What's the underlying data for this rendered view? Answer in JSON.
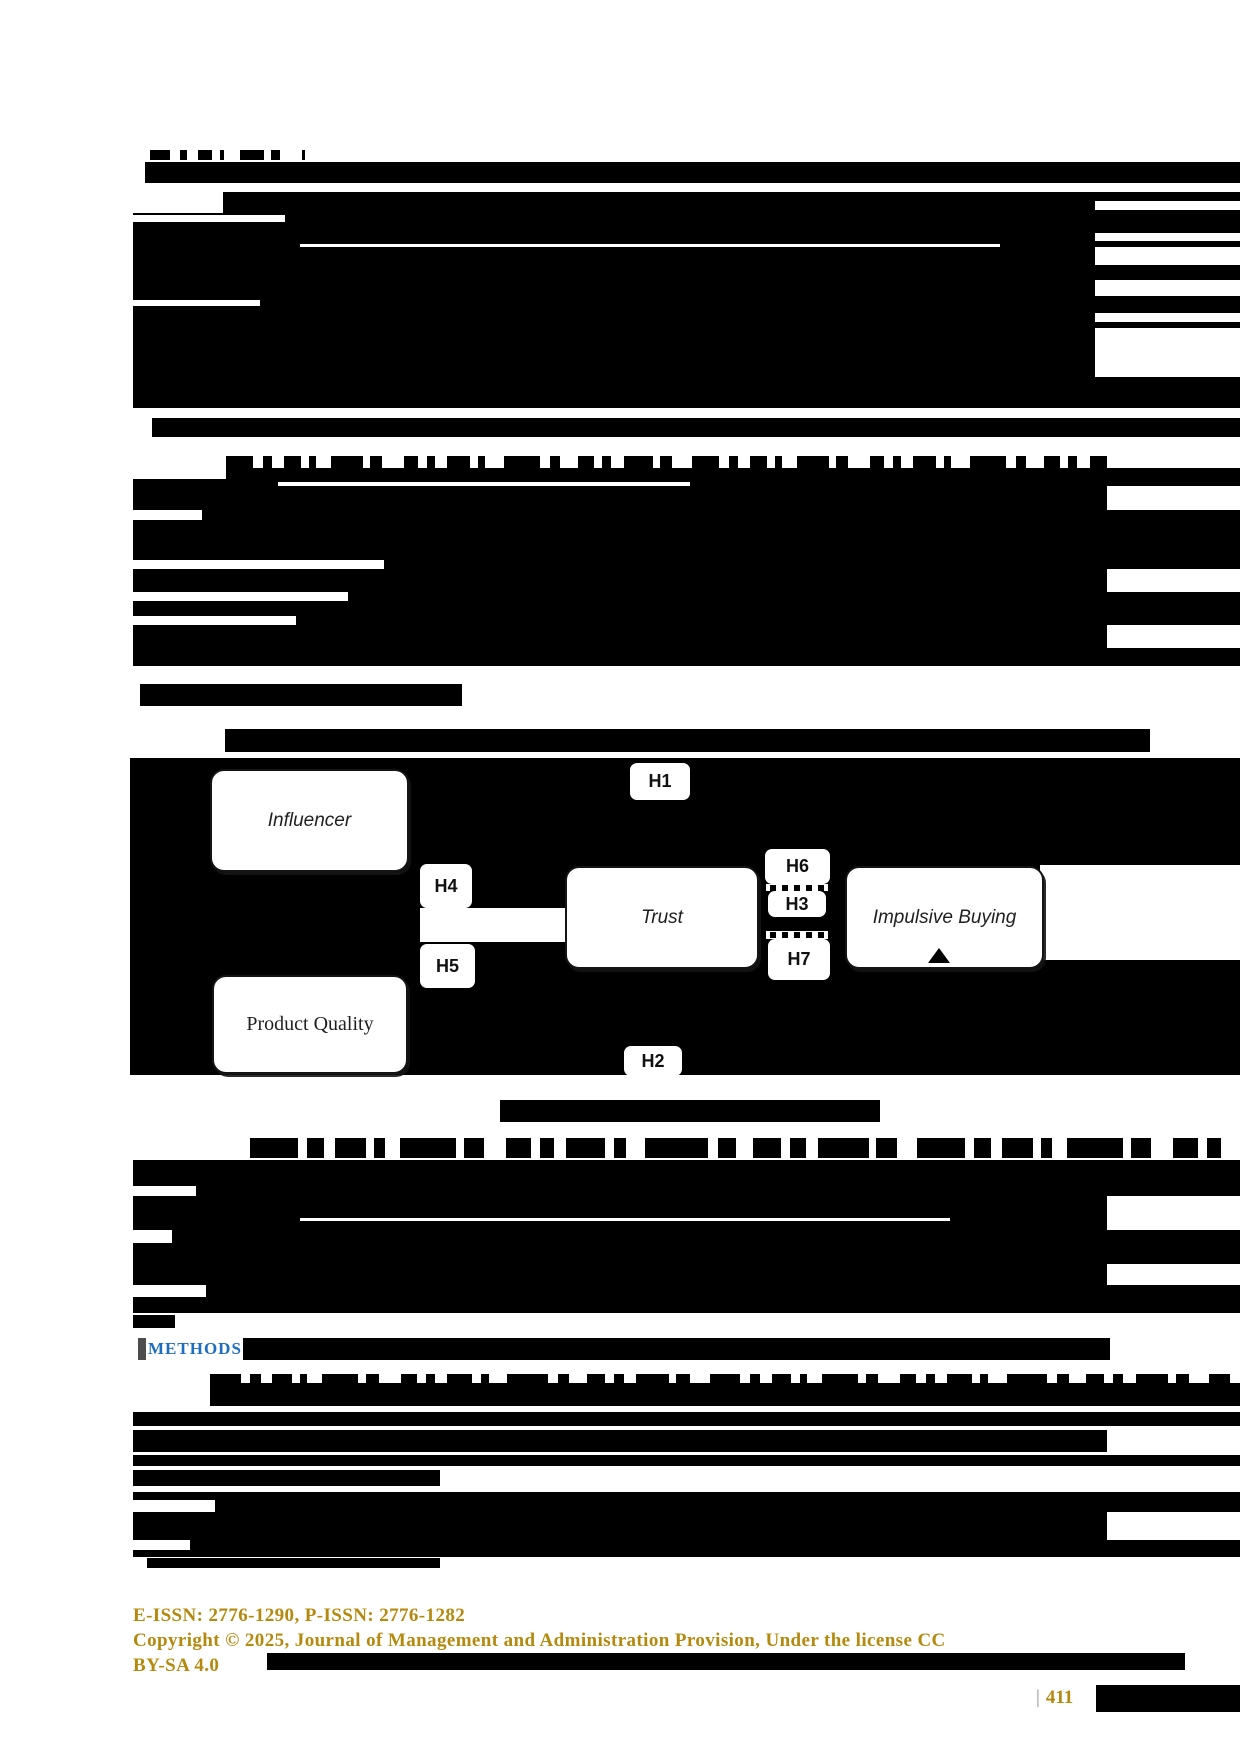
{
  "figure": {
    "boxes": {
      "influencer": "Influencer",
      "trust": "Trust",
      "impulsive_buying": "Impulsive Buying",
      "product_quality": "Product Quality"
    },
    "hypotheses": {
      "h1": "H1",
      "h2": "H2",
      "h3": "H3",
      "h4": "H4",
      "h5": "H5",
      "h6": "H6",
      "h7": "H7"
    }
  },
  "sections": {
    "methods_heading": "METHODS"
  },
  "footer": {
    "issn_line": "E-ISSN: 2776-1290, P-ISSN: 2776-1282",
    "copyright_line": "Copyright © 2025, Journal of Management and Administration Provision, Under the license CC",
    "license_line": "BY-SA 4.0",
    "page_number_separator": "|",
    "page_number": "411"
  },
  "colors": {
    "accent_blue": "#1d6ec2",
    "gold": "#b5890d",
    "redaction": "#000000"
  }
}
